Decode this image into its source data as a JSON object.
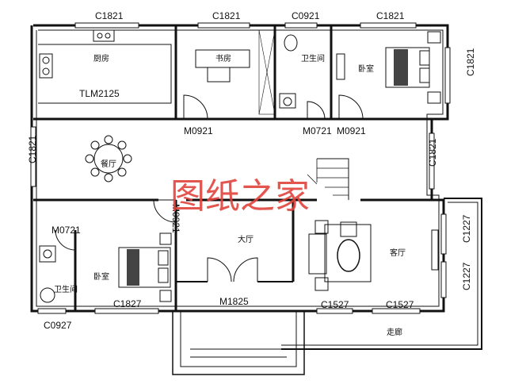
{
  "watermark": "图纸之家",
  "rooms": {
    "kitchen": "厨房",
    "study": "书房",
    "bath_top": "卫生间",
    "bedroom_top": "卧室",
    "dining": "餐厅",
    "hall": "大厅",
    "living": "客厅",
    "bedroom_bottom": "卧室",
    "bath_bottom": "卫生间",
    "corridor": "走廊"
  },
  "codes": {
    "w_top_1": "C1821",
    "w_top_2": "C1821",
    "w_top_3": "C0921",
    "w_top_4": "C1821",
    "w_right_top": "C1821",
    "w_left": "C1821",
    "w_right_mid": "C1821",
    "kitchen_door": "TLM2125",
    "d_study": "M0921",
    "d_bath_top": "M0721",
    "d_bed_top": "M0921",
    "d_vertical": "M0921",
    "d_bath_bottom": "M0721",
    "w_bed_bottom": "C1827",
    "d_main": "M1825",
    "w_living_1": "C1527",
    "w_living_2": "C1527",
    "w_right_1": "C1227",
    "w_right_2": "C1227",
    "w_bath_bottom": "C0927"
  }
}
